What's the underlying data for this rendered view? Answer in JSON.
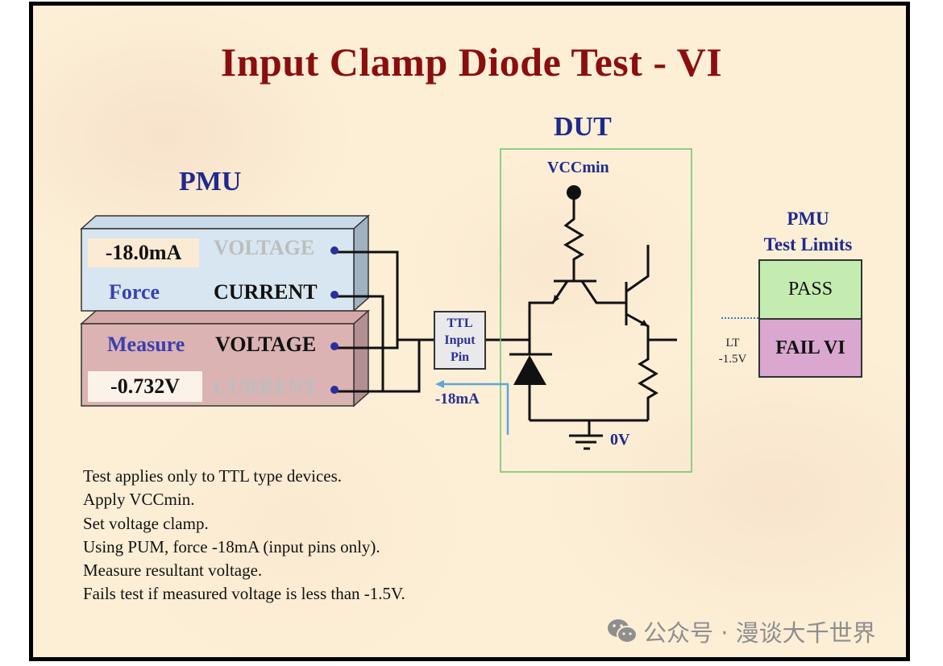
{
  "title": "Input Clamp Diode Test - VI",
  "pmu": {
    "title": "PMU",
    "force": {
      "label": "Force",
      "value": "-18.0mA",
      "voltage_label": "VOLTAGE",
      "current_label": "CURRENT",
      "active": "CURRENT"
    },
    "measure": {
      "label": "Measure",
      "value": "-0.732V",
      "voltage_label": "VOLTAGE",
      "current_label": "CURRENT",
      "active": "VOLTAGE"
    }
  },
  "ttl_pin": {
    "lines": [
      "TTL",
      "Input",
      "Pin"
    ]
  },
  "current_arrow_label": "-18mA",
  "dut": {
    "title": "DUT",
    "supply_label": "VCCmin",
    "ground_label": "0V"
  },
  "test_limits": {
    "title_line1": "PMU",
    "title_line2": "Test Limits",
    "pass_label": "PASS",
    "fail_label": "FAIL VI",
    "limit_label_line1": "LT",
    "limit_label_line2": "-1.5V",
    "limit_value_v": -1.5
  },
  "notes": [
    "Test applies only to TTL type devices.",
    "Apply VCCmin.",
    "Set voltage clamp.",
    "Using PUM, force -18mA (input pins only).",
    "Measure resultant voltage.",
    "Fails test if measured voltage is less than -1.5V."
  ],
  "watermark": {
    "icon": "wechat-icon",
    "text": "公众号 · 漫谈大千世界"
  },
  "colors": {
    "title": "#8b0e0e",
    "heading_blue": "#1e2a8c",
    "force_block": "#d7e6f1",
    "measure_block": "#dbb3b3",
    "pass": "#c5ecb0",
    "fail": "#d9a7cf",
    "dut_border": "#6cc36a",
    "current_arrow": "#5fa6d6"
  }
}
